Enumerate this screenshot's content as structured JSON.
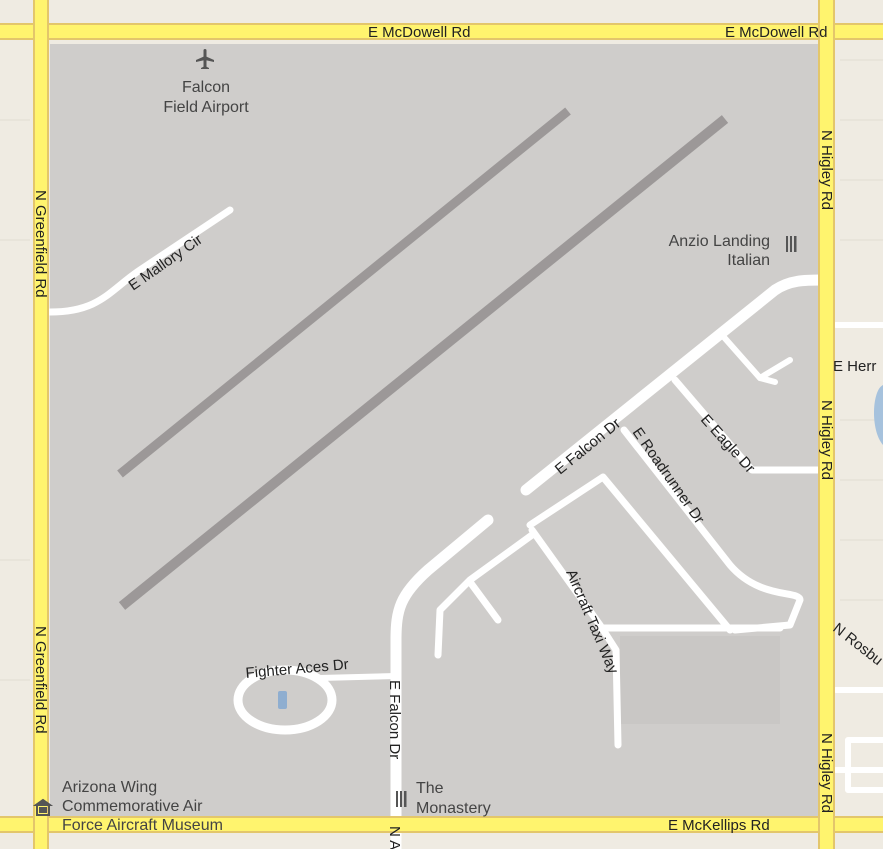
{
  "map": {
    "colors": {
      "background": "#efebe2",
      "airport": "#cfcdcb",
      "runway": "#9c9898",
      "major_road": "#fff46e",
      "major_road_edge": "#e3c66b",
      "minor_road": "#ffffff",
      "water": "#a6c2dd",
      "parking": "#c3c0bd"
    },
    "roads": {
      "mcdowell_left": "E McDowell Rd",
      "mcdowell_right": "E McDowell Rd",
      "mckellips": "E McKellips Rd",
      "greenfield_top": "N Greenfield Rd",
      "greenfield_bottom": "N Greenfield Rd",
      "higley_top": "N Higley Rd",
      "higley_mid": "N Higley Rd",
      "higley_bottom": "N Higley Rd",
      "mallory": "E Mallory Cir",
      "falcon_dr_diag": "E Falcon Dr",
      "falcon_dr_vert": "E Falcon Dr",
      "eagle": "E Eagle Dr",
      "roadrunner": "E Roadrunner Dr",
      "aircraft_taxi": "Aircraft Taxi Way",
      "fighter_aces": "Fighter Aces Dr",
      "herr_partial": "E Herr",
      "rosbury_partial": "N Rosbu",
      "n_a_partial": "N A"
    },
    "pois": {
      "airport_line1": "Falcon",
      "airport_line2": "Field Airport",
      "airport_icon": "airplane-icon",
      "anzio_line1": "Anzio Landing",
      "anzio_line2": "Italian",
      "anzio_icon": "restaurant-icon",
      "monastery_line1": "The",
      "monastery_line2": "Monastery",
      "monastery_icon": "restaurant-icon",
      "museum_line1": "Arizona Wing",
      "museum_line2": "Commemorative Air",
      "museum_line3": "Force Aircraft Museum",
      "museum_icon": "museum-icon"
    }
  }
}
